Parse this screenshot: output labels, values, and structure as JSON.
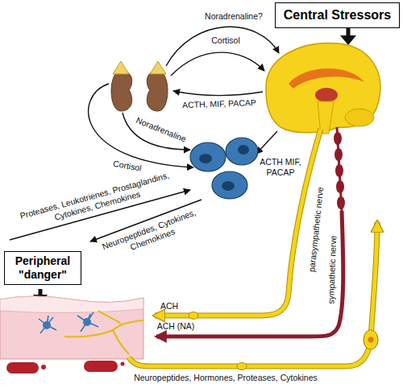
{
  "diagram": {
    "nodes": [
      {
        "text": [
          "Central Stressors"
        ]
      },
      {
        "text": [
          "Peripheral \"danger\""
        ]
      }
    ],
    "labels": [
      "Noradrenaline?",
      "Cortisol",
      "ACTH, MIF, PACAP",
      "Noradrenaline",
      "Cortisol",
      "ACTH MIF, PACAP",
      "Proteases, Leukotrienes, Prostaglandins, Cytokines, Chemokines",
      "Neuropeptides, Cytokines, Chemokines",
      "parasympathetic nerve",
      "sympathetic nerve",
      "ACH",
      "ACH (NA)",
      "Neuropeptides, Hormones, Proteases, Cytokines"
    ]
  }
}
